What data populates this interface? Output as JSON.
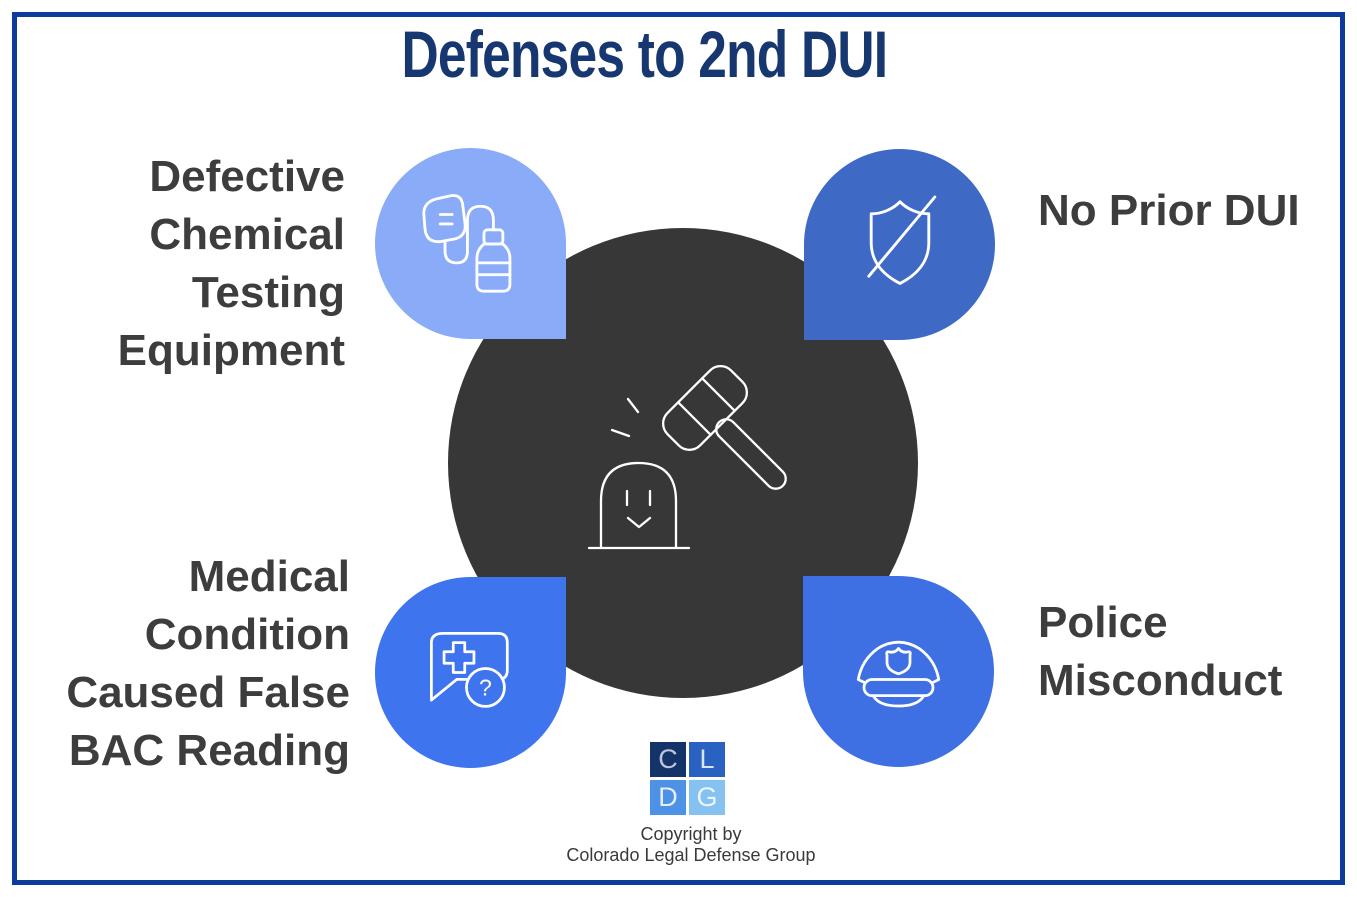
{
  "title": {
    "text": "Defenses to 2nd DUI",
    "color": "#16376f"
  },
  "frame": {
    "border_color": "#0d3b9b"
  },
  "center": {
    "icon": "gavel-and-defendant-icon",
    "circle_color": "#373737",
    "icon_stroke": "#ffffff"
  },
  "items": {
    "top_left": {
      "position": "top-left",
      "label": "Defective Chemical Testing Equipment",
      "label_lines": [
        "Defective",
        "Chemical",
        "Testing",
        "Equipment"
      ],
      "icon": "breathalyzer-icon",
      "bubble_color": "#8aabf7"
    },
    "top_right": {
      "position": "top-right",
      "label": "No Prior DUI",
      "label_lines": [
        "No Prior DUI"
      ],
      "icon": "shield-off-icon",
      "bubble_color": "#3e6ac5"
    },
    "bottom_left": {
      "position": "bottom-left",
      "label": "Medical Condition Caused False BAC Reading",
      "label_lines": [
        "Medical",
        "Condition",
        "Caused False",
        "BAC Reading"
      ],
      "icon": "medical-cross-question-icon",
      "bubble_color": "#3f74ef",
      "question_mark": "?"
    },
    "bottom_right": {
      "position": "bottom-right",
      "label": "Police Misconduct",
      "label_lines": [
        "Police",
        "Misconduct"
      ],
      "icon": "police-cap-icon",
      "bubble_color": "#3e70e4"
    }
  },
  "logo": {
    "name": "CLDG",
    "squares": [
      {
        "letter": "C",
        "bg": "#143368",
        "fg": "#b9c6de"
      },
      {
        "letter": "L",
        "bg": "#2a62c1",
        "fg": "#d9e4f4"
      },
      {
        "letter": "D",
        "bg": "#4e92e6",
        "fg": "#e6eefa"
      },
      {
        "letter": "G",
        "bg": "#85c1f1",
        "fg": "#edf5fc"
      }
    ]
  },
  "footer": {
    "line1": "Copyright by",
    "line2": "Colorado Legal Defense Group"
  },
  "text_color": "#3d3d3d"
}
